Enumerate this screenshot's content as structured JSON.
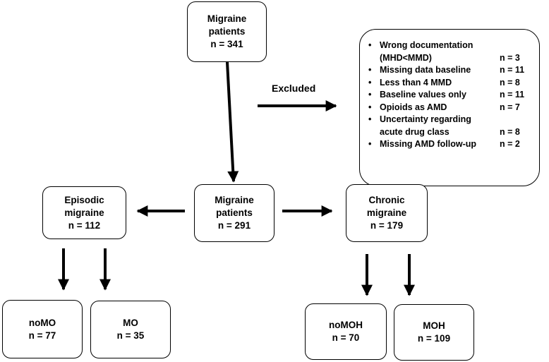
{
  "boxes": {
    "top": {
      "title": "Migraine patients",
      "count": "n = 341"
    },
    "center": {
      "title": "Migraine patients",
      "count": "n = 291"
    },
    "episodic": {
      "title": "Episodic migraine",
      "count": "n = 112"
    },
    "chronic": {
      "title": "Chronic migraine",
      "count": "n = 179"
    },
    "nomo": {
      "title": "noMO",
      "count": "n = 77"
    },
    "mo": {
      "title": "MO",
      "count": "n = 35"
    },
    "nomoh": {
      "title": "noMOH",
      "count": "n = 70"
    },
    "moh": {
      "title": "MOH",
      "count": "n = 109"
    }
  },
  "excluded_label": "Excluded",
  "excluded_reasons": [
    {
      "reason": "Wrong documentation\n(MHD<MMD)",
      "count": "n = 3"
    },
    {
      "reason": "Missing data baseline",
      "count": "n = 11"
    },
    {
      "reason": "Less than 4 MMD",
      "count": "n = 8"
    },
    {
      "reason": "Baseline values only",
      "count": "n = 11"
    },
    {
      "reason": "Opioids as AMD",
      "count": "n = 7"
    },
    {
      "reason": "Uncertainty regarding\nacute drug class",
      "count": "n = 8"
    },
    {
      "reason": "Missing AMD follow-up",
      "count": "n = 2"
    }
  ]
}
